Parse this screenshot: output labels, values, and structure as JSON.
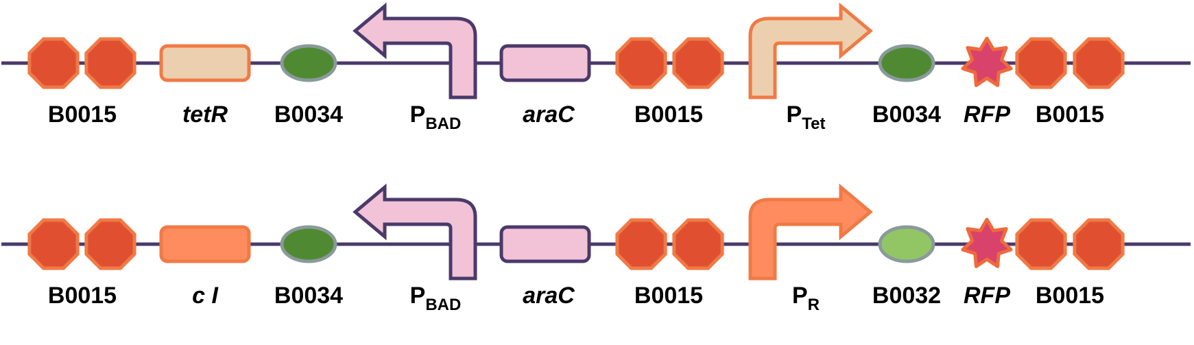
{
  "colors": {
    "backbone": "#4a3a6b",
    "terminator_fill": "#e05030",
    "terminator_stroke": "#f07a45",
    "rbs_dark": "#4f8a32",
    "rbs_light": "#92c665",
    "rbs_stroke": "#8a9a9a",
    "pink": "#f2c2d6",
    "purple_stroke": "#4a3a6b",
    "tan": "#ebcfae",
    "orange": "#ff8c5e",
    "orange_stroke": "#f07a45",
    "rfp_fill": "#d9426a",
    "rfp_stroke": "#ef6a3c"
  },
  "constructs": [
    {
      "parts": [
        {
          "kind": "terminator",
          "label": "B0015"
        },
        {
          "kind": "terminator",
          "label": ""
        },
        {
          "kind": "cds",
          "label": "tetR",
          "style": "tan"
        },
        {
          "kind": "rbs",
          "label": "B0034",
          "style": "dark"
        },
        {
          "kind": "promoter",
          "direction": "left",
          "label": "P",
          "sublabel": "BAD",
          "style": "pink"
        },
        {
          "kind": "cds",
          "label": "araC",
          "style": "pink"
        },
        {
          "kind": "terminator",
          "label": "B0015"
        },
        {
          "kind": "terminator",
          "label": ""
        },
        {
          "kind": "promoter",
          "direction": "right",
          "label": "P",
          "sublabel": "Tet",
          "style": "tan"
        },
        {
          "kind": "rbs",
          "label": "B0034",
          "style": "dark"
        },
        {
          "kind": "reporter",
          "label": "RFP"
        },
        {
          "kind": "terminator",
          "label": "B0015"
        },
        {
          "kind": "terminator",
          "label": ""
        }
      ]
    },
    {
      "parts": [
        {
          "kind": "terminator",
          "label": "B0015"
        },
        {
          "kind": "terminator",
          "label": ""
        },
        {
          "kind": "cds",
          "label": "c I",
          "style": "orange"
        },
        {
          "kind": "rbs",
          "label": "B0034",
          "style": "dark"
        },
        {
          "kind": "promoter",
          "direction": "left",
          "label": "P",
          "sublabel": "BAD",
          "style": "pink"
        },
        {
          "kind": "cds",
          "label": "araC",
          "style": "pink"
        },
        {
          "kind": "terminator",
          "label": "B0015"
        },
        {
          "kind": "terminator",
          "label": ""
        },
        {
          "kind": "promoter",
          "direction": "right",
          "label": "P",
          "sublabel": "R",
          "style": "orange"
        },
        {
          "kind": "rbs",
          "label": "B0032",
          "style": "light"
        },
        {
          "kind": "reporter",
          "label": "RFP"
        },
        {
          "kind": "terminator",
          "label": "B0015"
        },
        {
          "kind": "terminator",
          "label": ""
        }
      ]
    }
  ]
}
